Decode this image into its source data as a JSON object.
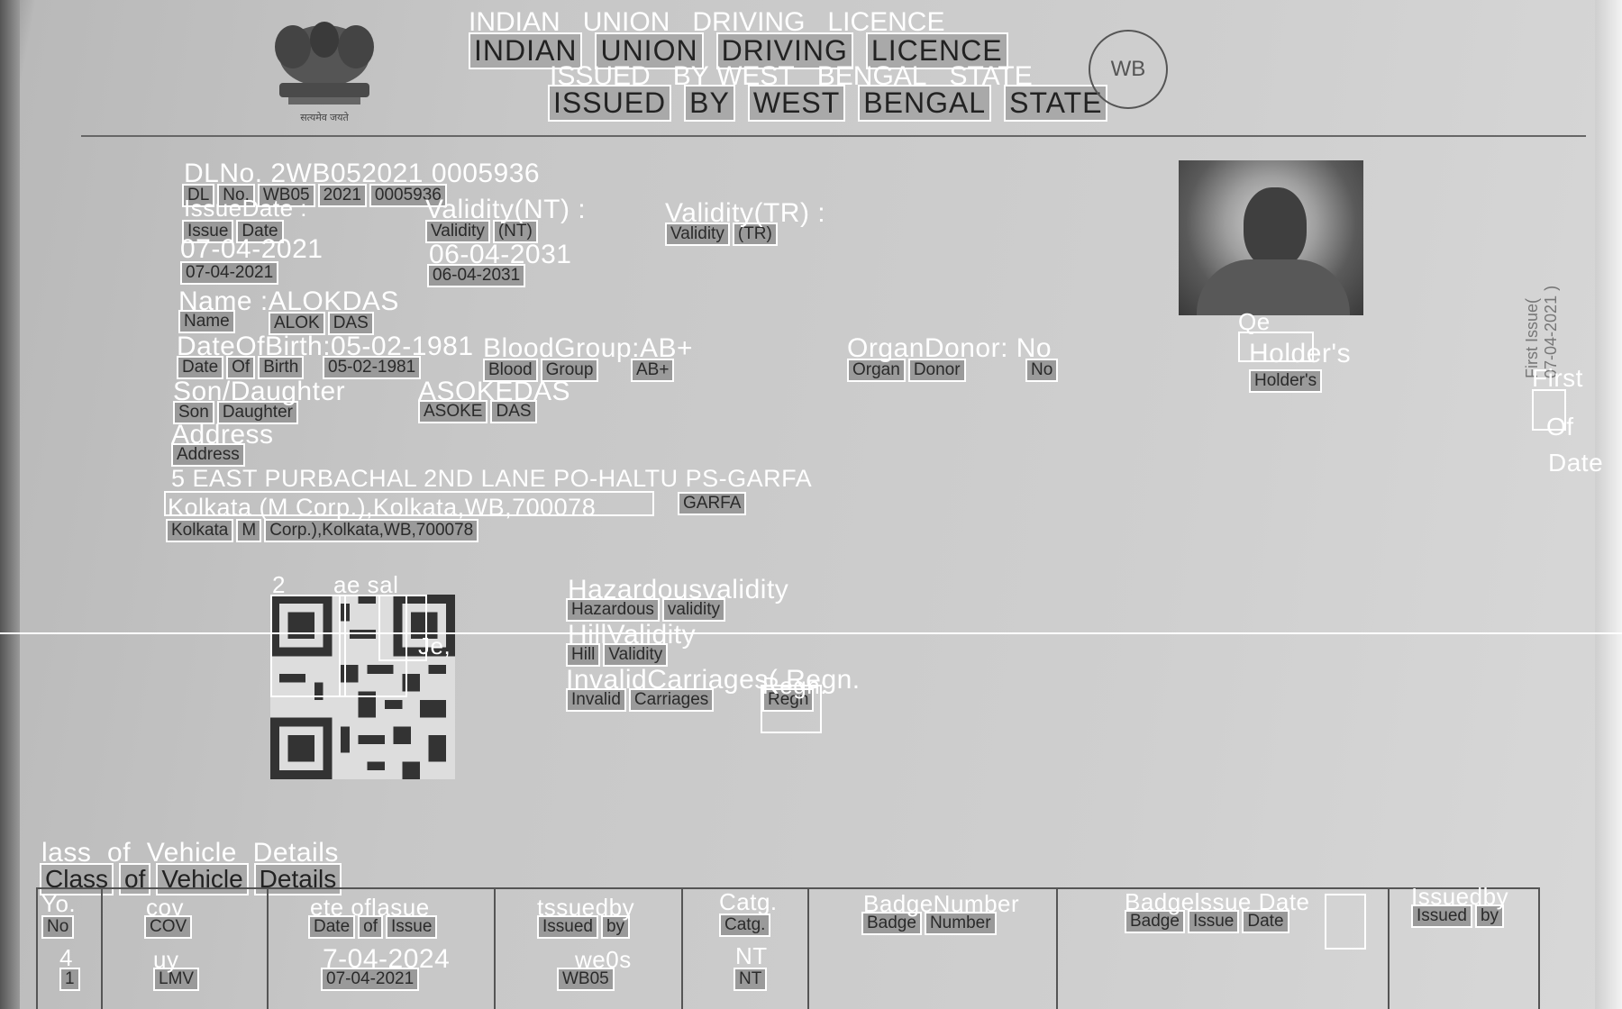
{
  "header": {
    "line1": [
      "INDIAN",
      "UNION",
      "DRIVING",
      "LICENCE"
    ],
    "line2": [
      "ISSUED",
      "BY",
      "WEST",
      "BENGAL",
      "STATE"
    ],
    "state_badge": "WB",
    "emblem_motto": "सत्यमेव जयते"
  },
  "licence": {
    "dl_label": [
      "DL",
      "No."
    ],
    "dl_number_parts": [
      "WB05",
      "2021",
      "0005936"
    ],
    "dl_ocr": "DLNo. 2WB052021 0005936",
    "issue_label": [
      "Issue",
      "Date"
    ],
    "issue_ocr": "IssueDate :",
    "issue_date": "07-04-2021",
    "issue_date_ocr": "07-04-2021",
    "validity_nt_label": [
      "Validity",
      "(NT)"
    ],
    "validity_nt_ocr": "Validity(NT) :",
    "validity_nt_date": "06-04-2031",
    "validity_nt_date_ocr": "06-04-2031",
    "validity_tr_label": [
      "Validity",
      "(TR)"
    ],
    "validity_tr_ocr": "Validity(TR) :",
    "name_label": "Name",
    "name_ocr": "Name :ALOKDAS",
    "name_parts": [
      "ALOK",
      "DAS"
    ],
    "dob_label": [
      "Date",
      "Of",
      "Birth"
    ],
    "dob_ocr": "DateOfBirth:05-02-1981",
    "dob": "05-02-1981",
    "blood_label": [
      "Blood",
      "Group"
    ],
    "blood_ocr": "BloodGroup:AB+",
    "blood_value": "AB+",
    "organ_label": [
      "Organ",
      "Donor"
    ],
    "organ_ocr": "OrganDonor: No",
    "organ_value": "No",
    "holder_label": "Holder's",
    "holder_ocr": "Holder's",
    "qe_ocr": "Qe",
    "son_label": [
      "Son",
      "Daughter"
    ],
    "son_ocr": "Son/Daughter",
    "father_parts": [
      "ASOKE",
      "DAS"
    ],
    "father_ocr": "ASOKEDAS",
    "address_label": "Address",
    "address_ocr": "Address",
    "address_line1_ocr": "5 EAST PURBACHAL 2ND LANE PO-HALTU PS-GARFA",
    "address_line1_chip": "GARFA",
    "address_line2_ocr": "Kolkata (M Corp.),Kolkata,WB,700078",
    "address_line2_parts": [
      "Kolkata",
      "M",
      "Corp.),Kolkata,WB,700078"
    ],
    "first_issue_side": "First Issue( 07-04-2021 )",
    "side_ocr": [
      "First",
      "Of",
      "Date"
    ]
  },
  "qr_ocr": [
    "2",
    "ae sal",
    "Je,"
  ],
  "hazard": {
    "hazard_label": [
      "Hazardous",
      "validity"
    ],
    "hazard_ocr": "Hazardousvalidity",
    "hill_label": [
      "Hill",
      "Validity"
    ],
    "hill_ocr": "HillValidity",
    "invalid_label": [
      "Invalid",
      "Carriages",
      "Regn"
    ],
    "invalid_ocr": "InvalidCarriages( Regn.",
    "regn_ocr": "Regn:"
  },
  "vehicle": {
    "title_ocr": [
      "lass",
      "of",
      "Vehicle",
      "Details"
    ],
    "title_chips": [
      "Class",
      "of",
      "Vehicle",
      "Details"
    ],
    "headers": [
      {
        "chips": [
          "No"
        ],
        "ocr": "Yo."
      },
      {
        "chips": [
          "COV"
        ],
        "ocr": "cov"
      },
      {
        "chips": [
          "Date",
          "of",
          "Issue"
        ],
        "ocr": "ete oflasue"
      },
      {
        "chips": [
          "Issued",
          "by"
        ],
        "ocr": "tssuedby"
      },
      {
        "chips": [
          "Catg."
        ],
        "ocr": "Catg."
      },
      {
        "chips": [
          "Badge",
          "Number"
        ],
        "ocr": "BadgeNumber"
      },
      {
        "chips": [
          "Badge",
          "Issue",
          "Date"
        ],
        "ocr": "Badgelssue Date"
      },
      {
        "chips": [
          "Issued",
          "by"
        ],
        "ocr": "Issuedby"
      }
    ],
    "row": [
      {
        "chip": "1",
        "ocr": "4"
      },
      {
        "chip": "LMV",
        "ocr": "uy"
      },
      {
        "chip": "07-04-2021",
        "ocr": "7-04-2024"
      },
      {
        "chip": "WB05",
        "ocr": "we0s"
      },
      {
        "chip": "NT",
        "ocr": "NT"
      }
    ]
  }
}
